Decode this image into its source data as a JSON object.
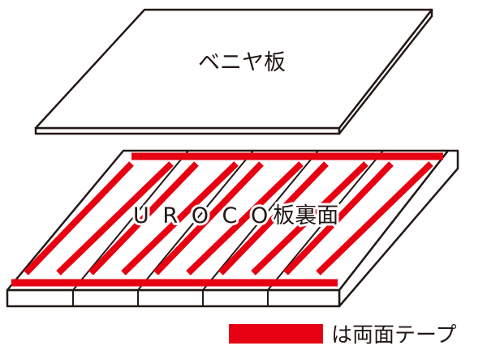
{
  "top_board": {
    "label": "ベニヤ板"
  },
  "bottom_board": {
    "label_latin": "U R O C O",
    "label_kanji": "板裏面"
  },
  "legend": {
    "label": "は両面テープ"
  },
  "colors": {
    "outline": "#231815",
    "tape": "#e60012",
    "board_fill": "#ffffff"
  }
}
